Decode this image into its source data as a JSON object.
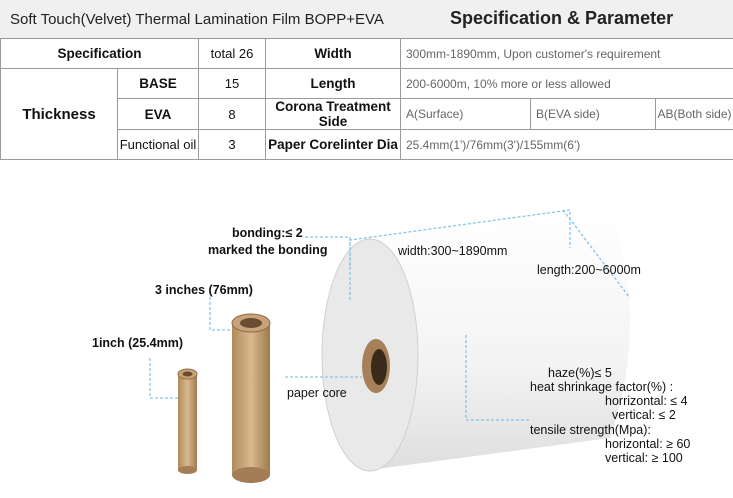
{
  "header": {
    "title": "Soft Touch(Velvet) Thermal Lamination Film BOPP+EVA",
    "subtitle": "Specification & Parameter"
  },
  "table": {
    "specification_label": "Specification",
    "total_label": "total 26",
    "thickness_label": "Thickness",
    "layers": [
      {
        "name": "BASE",
        "value": "15"
      },
      {
        "name": "EVA",
        "value": "8"
      },
      {
        "name": "Functional oil",
        "value": "3"
      }
    ],
    "params": [
      {
        "name": "Width",
        "value": "300mm-1890mm, Upon customer's requirement"
      },
      {
        "name": "Length",
        "value": "200-6000m,  10% more or less allowed"
      },
      {
        "name": "Corona Treatment Side",
        "opts": [
          "A(Surface)",
          "B(EVA side)",
          "AB(Both side)"
        ]
      },
      {
        "name": "Paper Corelinter Dia",
        "value": "25.4mm(1')/76mm(3')/155mm(6')"
      }
    ]
  },
  "diagram": {
    "bonding": "bonding:≤ 2",
    "marked": "marked the bonding",
    "width": "width:300~1890mm",
    "length": "length:200~6000m",
    "three_inch": "3 inches (76mm)",
    "one_inch": "1inch (25.4mm)",
    "paper_core": "paper core",
    "haze": "haze(%)≤ 5",
    "heat": "heat shrinkage factor(%) :",
    "heat_h": "horrizontal: ≤ 4",
    "heat_v": "vertical:      ≤ 2",
    "tensile": "tensile strength(Mpa):",
    "tensile_h": "horizontal:  ≥ 60",
    "tensile_v": "vertical:     ≥ 100"
  },
  "colors": {
    "leader": "#86c5ea",
    "core": "#c9a57a",
    "roll": "#f4f4f4"
  }
}
